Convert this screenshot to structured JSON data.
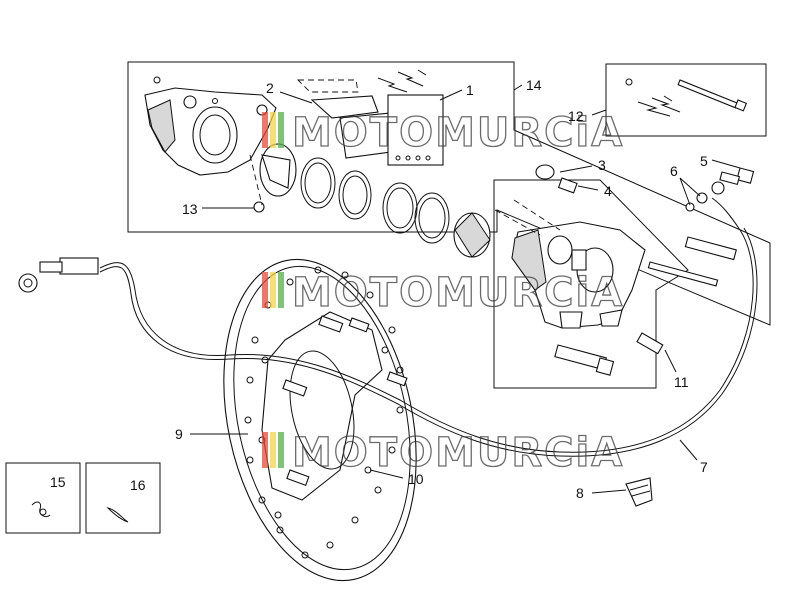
{
  "diagram": {
    "callouts": [
      "1",
      "2",
      "3",
      "4",
      "5",
      "6",
      "7",
      "8",
      "9",
      "10",
      "11",
      "12",
      "13",
      "14",
      "15",
      "16"
    ],
    "watermark": "MOTOMURCiA",
    "colors": {
      "line": "#111111",
      "shade": "#d8d8d8",
      "watermark_red": "#e84a3a",
      "watermark_yellow": "#f2d24a",
      "watermark_green": "#55b04a"
    }
  }
}
